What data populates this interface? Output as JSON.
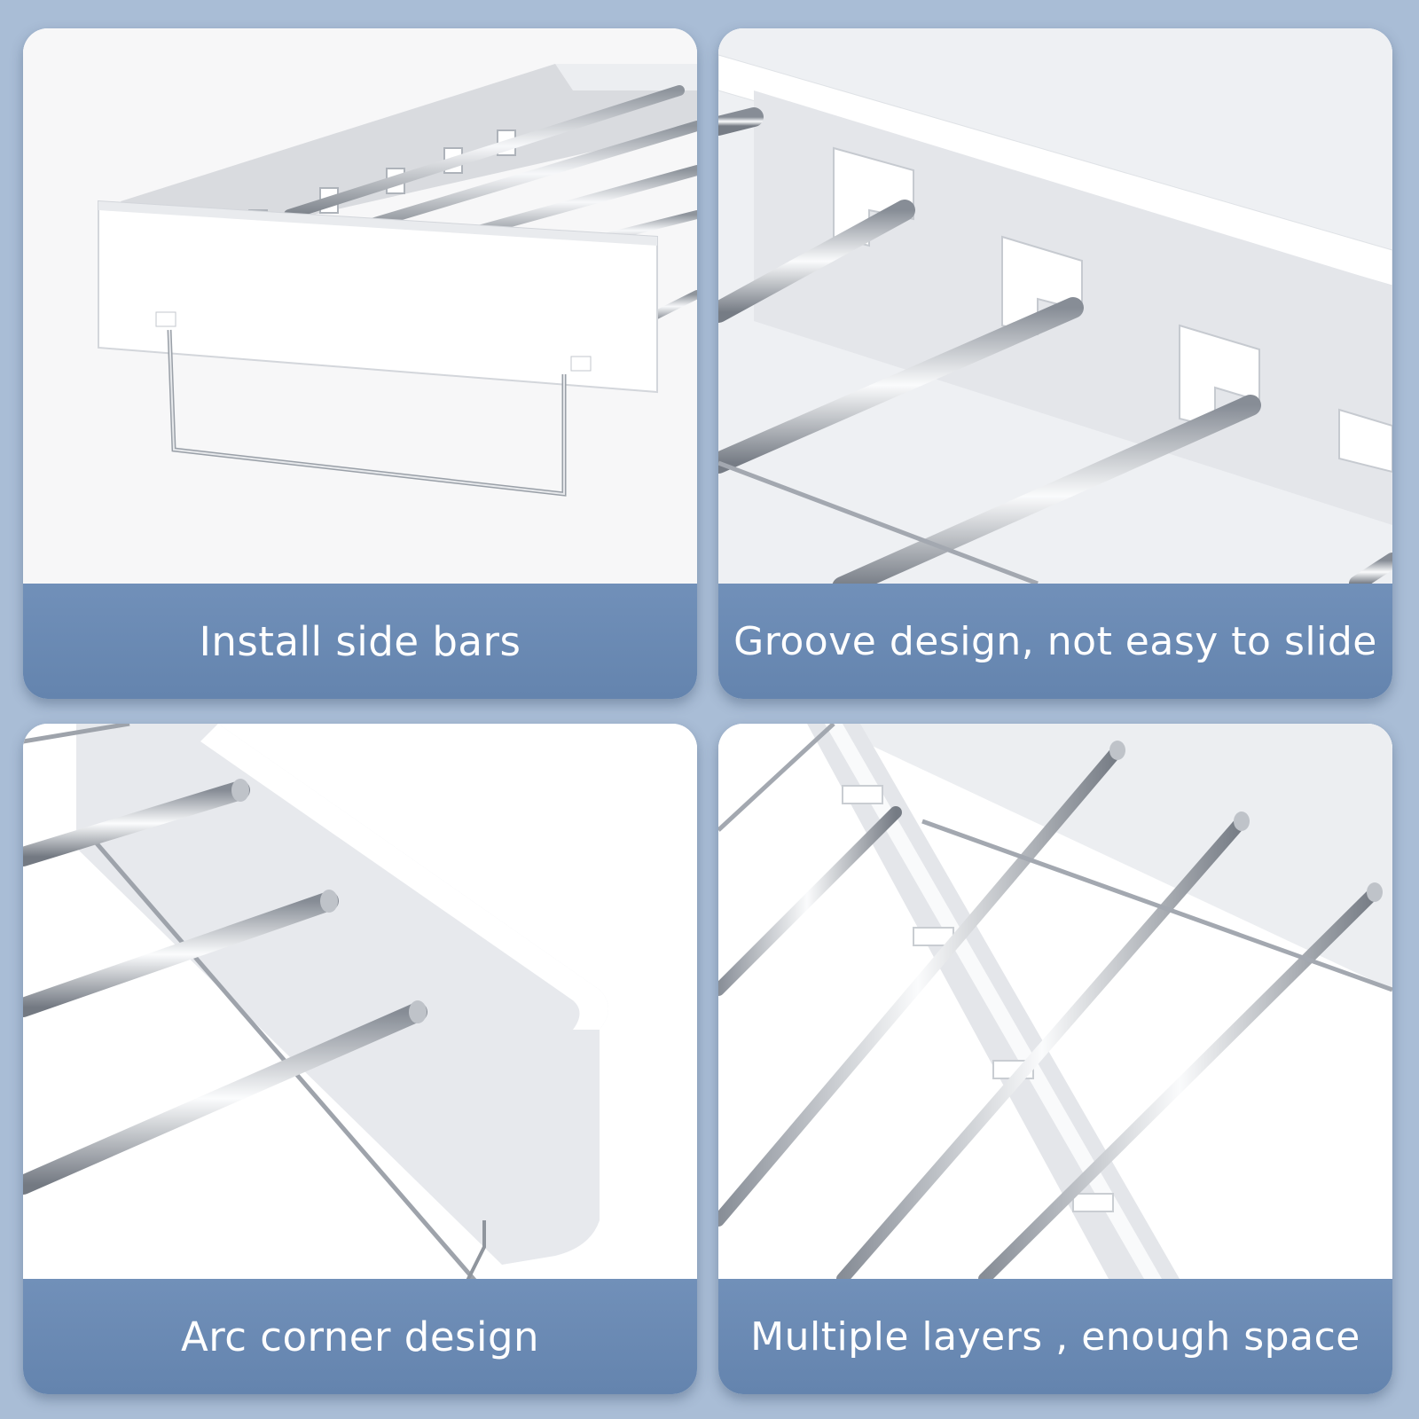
{
  "colors": {
    "page_background": "#a9bdd6",
    "caption_bar": "#6a89b3",
    "caption_text": "#ffffff",
    "panel_white": "#f4f5f7",
    "chrome": "#c9ced6"
  },
  "panels": [
    {
      "caption": "Install side bars"
    },
    {
      "caption": "Groove design, not easy to slide"
    },
    {
      "caption": "Arc corner design"
    },
    {
      "caption": "Multiple layers , enough space"
    }
  ]
}
